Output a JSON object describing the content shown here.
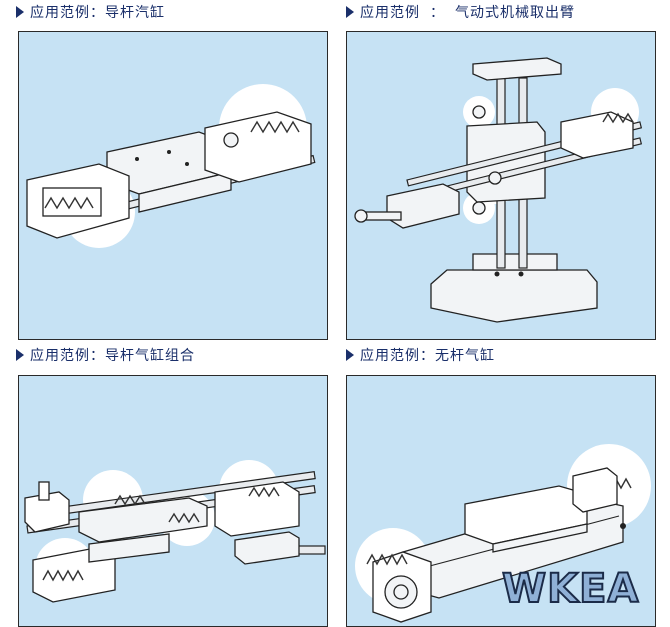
{
  "captions": [
    {
      "label": "应用范例：",
      "title": "导杆汽缸"
    },
    {
      "label": "应用范例",
      "sep": "：",
      "title": "气动式机械取出臂"
    },
    {
      "label": "应用范例：",
      "title": "导杆气缸组合"
    },
    {
      "label": "应用范例：",
      "title": "无杆气缸"
    }
  ],
  "logo": {
    "text": "WKEA"
  },
  "colors": {
    "panel_bg": "#c6e2f4",
    "caption_text": "#1a2f6a",
    "line": "#222222"
  },
  "icons": [
    "triangle-bullet-icon",
    "triangle-bullet-icon",
    "triangle-bullet-icon",
    "triangle-bullet-icon"
  ]
}
